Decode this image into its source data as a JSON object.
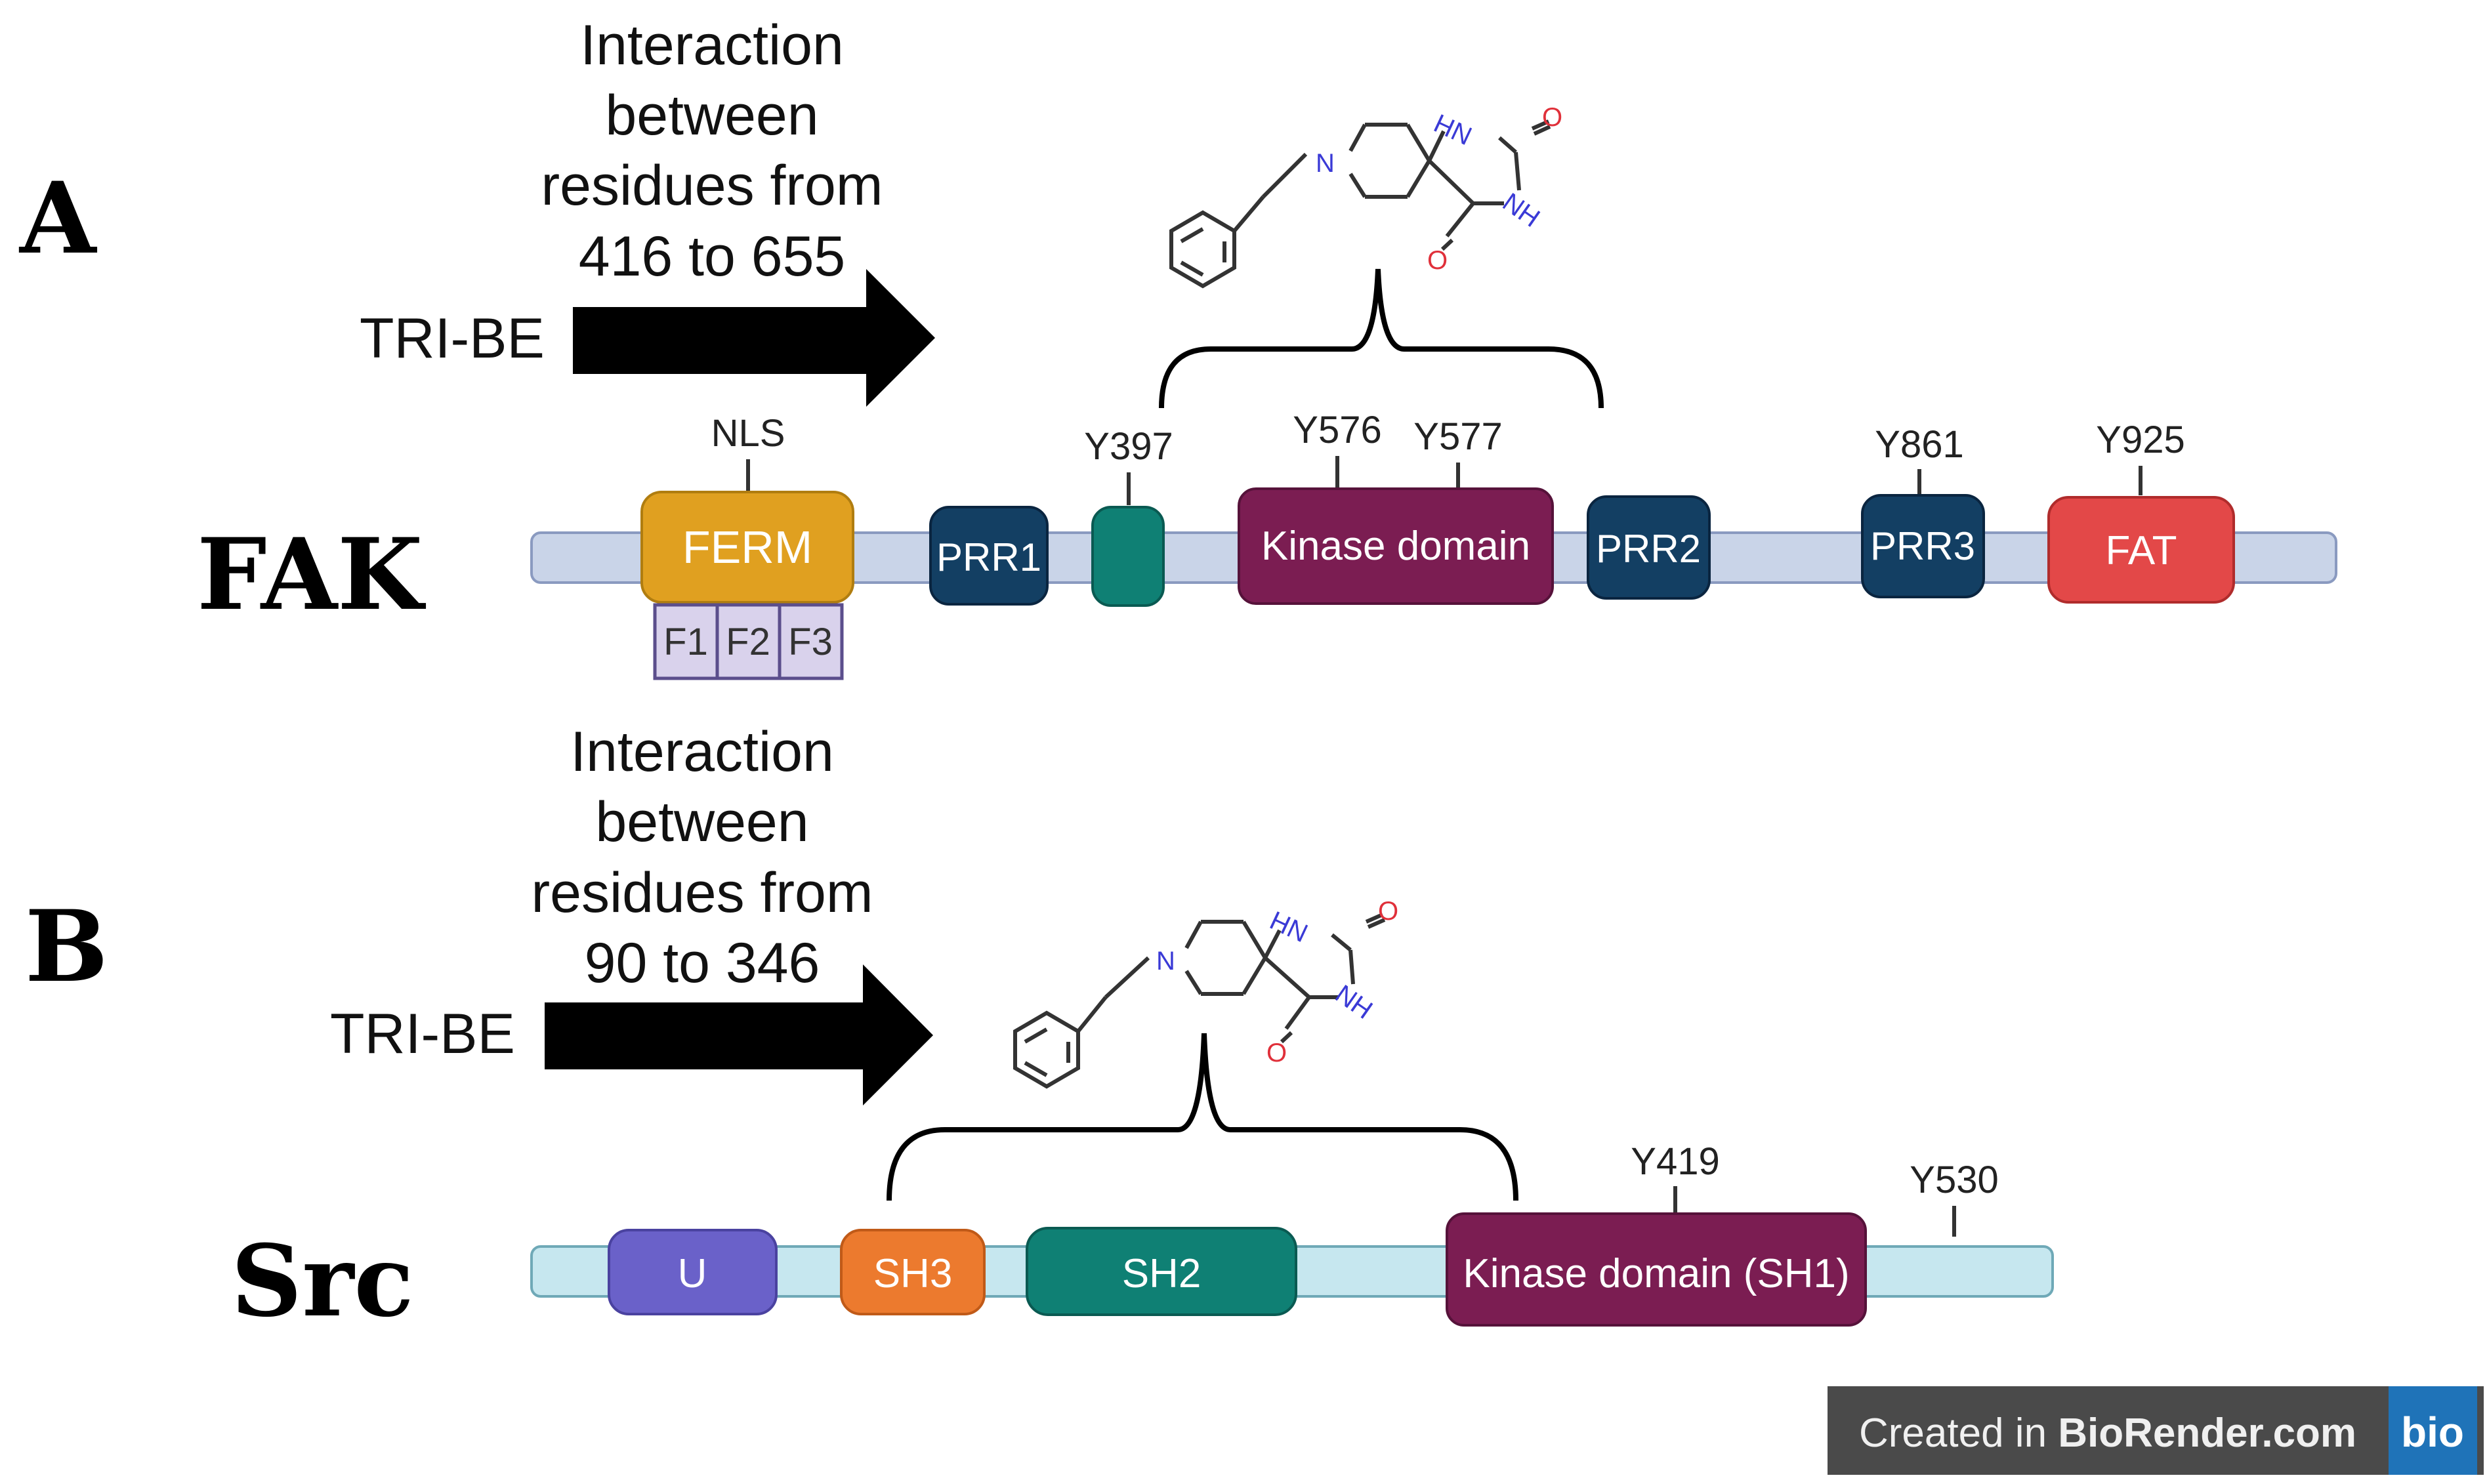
{
  "panel_a": {
    "letter": "A",
    "protein_name": "FAK",
    "drug_label": "TRI-BE",
    "interaction_lines": [
      "Interaction",
      "between",
      "residues from",
      "416 to 655"
    ],
    "nls_label": "NLS",
    "domains": {
      "ferm": "FERM",
      "f1": "F1",
      "f2": "F2",
      "f3": "F3",
      "prr1": "PRR1",
      "kinase": "Kinase domain",
      "prr2": "PRR2",
      "prr3": "PRR3",
      "fat": "FAT"
    },
    "sites": {
      "y397": "Y397",
      "y576": "Y576",
      "y577": "Y577",
      "y861": "Y861",
      "y925": "Y925"
    },
    "molecule_atoms": {
      "n": "N",
      "hn": "HN",
      "nh": "NH",
      "o_top": "O",
      "o_bottom": "O"
    }
  },
  "panel_b": {
    "letter": "B",
    "protein_name": "Src",
    "drug_label": "TRI-BE",
    "interaction_lines": [
      "Interaction",
      "between",
      "residues from",
      "90 to 346"
    ],
    "domains": {
      "u": "U",
      "sh3": "SH3",
      "sh2": "SH2",
      "kinase": "Kinase domain (SH1)"
    },
    "sites": {
      "y419": "Y419",
      "y530": "Y530"
    },
    "molecule_atoms": {
      "n": "N",
      "hn": "HN",
      "nh": "NH",
      "o_top": "O",
      "o_bottom": "O"
    }
  },
  "badge": {
    "prefix": "Created in ",
    "brand": "BioRender.com",
    "logo": "bio"
  },
  "colors": {
    "fak_backbone": "#c9d4e8",
    "src_backbone": "#c6e7ef",
    "ferm": "#e0a020",
    "f_sub": "#d9d2ec",
    "prr": "#133f63",
    "y397_box": "#0f8074",
    "kinase": "#7b1d52",
    "fat": "#e34848",
    "u": "#6a61c9",
    "sh3": "#ec7a2e",
    "sh2": "#0f8074",
    "badge_bg": "#4a4a4a",
    "badge_logo": "#1f73b8",
    "nitrogen": "#3a3ad6",
    "oxygen": "#e0303a"
  }
}
